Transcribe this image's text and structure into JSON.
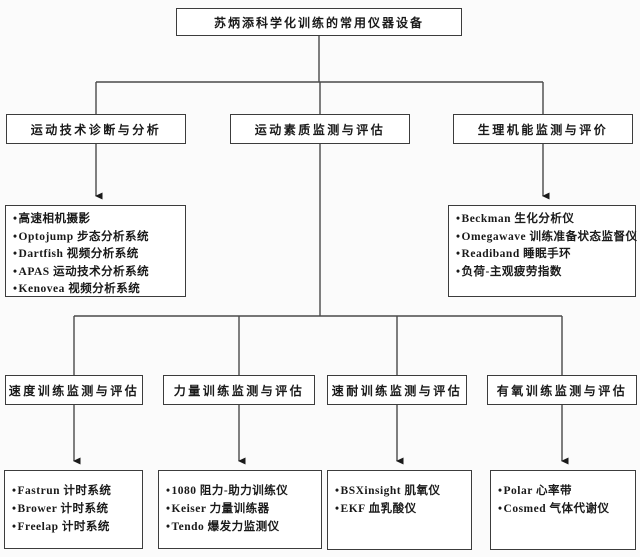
{
  "title": {
    "label": "苏炳添科学化训练的常用仪器设备"
  },
  "level2": {
    "tech": {
      "label": "运动技术诊断与分析"
    },
    "fitness": {
      "label": "运动素质监测与评估"
    },
    "physio": {
      "label": "生理机能监测与评价"
    }
  },
  "level3": {
    "speed": {
      "label": "速度训练监测与评估"
    },
    "strength": {
      "label": "力量训练监测与评估"
    },
    "endurance": {
      "label": "速耐训练监测与评估"
    },
    "aerobic": {
      "label": "有氧训练监测与评估"
    }
  },
  "lists": {
    "tech": {
      "items": [
        "高速相机摄影",
        "Optojump 步态分析系统",
        "Dartfish 视频分析系统",
        "APAS 运动技术分析系统",
        "Kenovea 视频分析系统"
      ]
    },
    "physio": {
      "items": [
        "Beckman 生化分析仪",
        "Omegawave 训练准备状态监督仪",
        "Readiband 睡眠手环",
        "负荷-主观疲劳指数"
      ]
    },
    "speed": {
      "items": [
        "Fastrun 计时系统",
        "Brower 计时系统",
        "Freelap 计时系统"
      ]
    },
    "strength": {
      "items": [
        "1080 阻力-助力训练仪",
        "Keiser 力量训练器",
        "Tendo 爆发力监测仪"
      ]
    },
    "endurance": {
      "items": [
        "BSXinsight 肌氧仪",
        "EKF 血乳酸仪"
      ]
    },
    "aerobic": {
      "items": [
        "Polar 心率带",
        "Cosmed 气体代谢仪"
      ]
    }
  },
  "colors": {
    "line": "#4a4a4a",
    "border": "#3c3c3c",
    "text": "#1a1a1a",
    "background": "#fbfbfb"
  }
}
